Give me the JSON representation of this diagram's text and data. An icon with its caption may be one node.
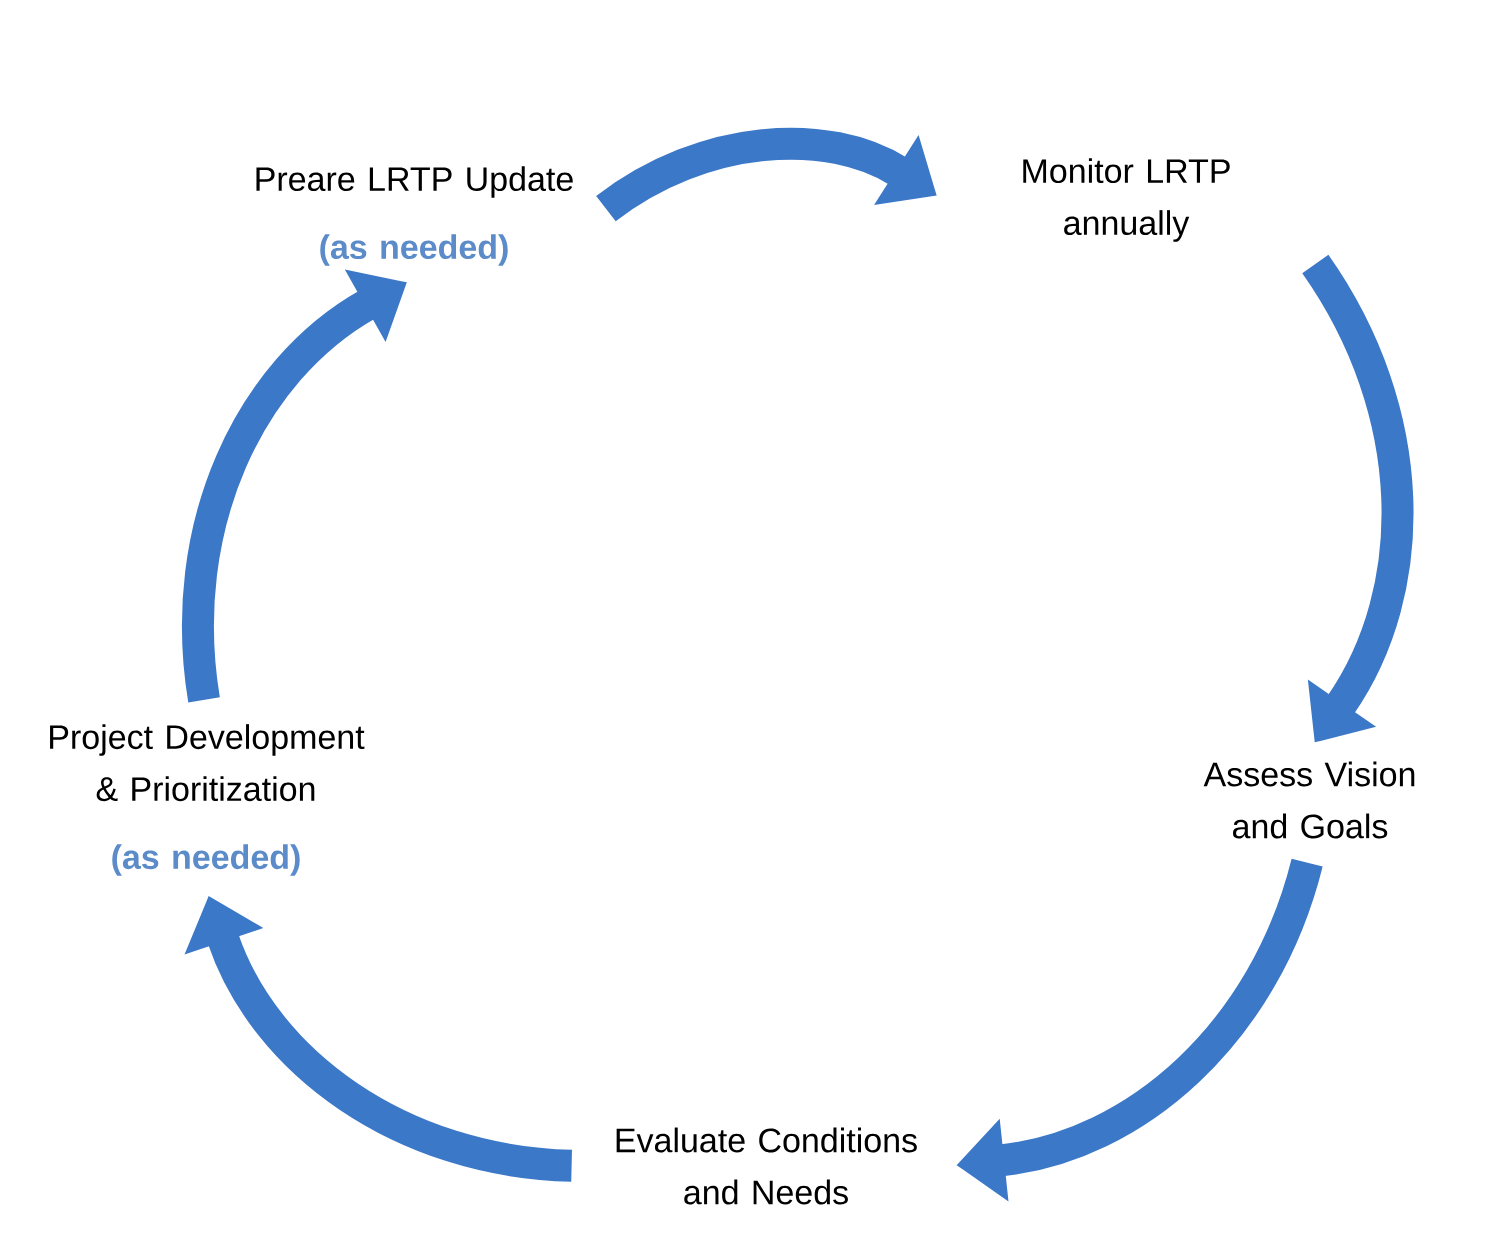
{
  "diagram": {
    "nodes": [
      {
        "text": [
          "Preare LRTP Update",
          "(as needed)"
        ]
      },
      {
        "text": [
          "Monitor LRTP annually"
        ]
      },
      {
        "text": [
          "Assess Vision and Goals"
        ]
      },
      {
        "text": [
          "Evaluate Conditions and Needs"
        ]
      },
      {
        "text": [
          "Project Development & Prioritization",
          "(as needed)"
        ]
      }
    ],
    "edges": [
      {
        "from": 0,
        "to": 1,
        "arrow": "to"
      },
      {
        "from": 1,
        "to": 2,
        "arrow": "to"
      },
      {
        "from": 2,
        "to": 3,
        "arrow": "to"
      },
      {
        "from": 3,
        "to": 4,
        "arrow": "to"
      },
      {
        "from": 4,
        "to": 0,
        "arrow": "to"
      }
    ]
  }
}
